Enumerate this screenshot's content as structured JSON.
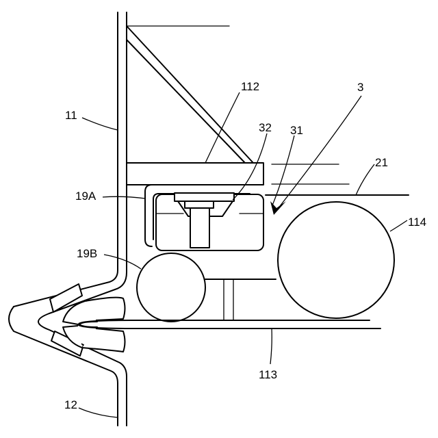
{
  "figure": {
    "labels": {
      "wall_upper": "11",
      "wall_lower": "12",
      "bracket": "112",
      "assembly": "3",
      "bolt": "32",
      "block": "31",
      "plate": "21",
      "clip_a": "19A",
      "clip_b": "19B",
      "roller_large": "114",
      "rail": "113"
    }
  }
}
